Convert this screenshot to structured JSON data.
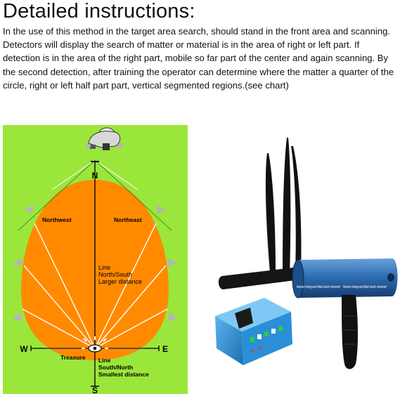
{
  "heading": "Detailed instructions:",
  "paragraph": "In the use of this method in the target area search, should stand in the front area and scanning. Detectors will display the search of matter or material is in the area of right or left part. If detection is in the area of the right part, mobile so far part of the center and again scanning. By the second detection, after training the operator can determine where the matter a quarter of the circle, right or left half part part, vertical segmented regions.(see chart)",
  "diagram": {
    "colors": {
      "background": "#9be63a",
      "field": "#ff8a00",
      "outline": "#000000"
    },
    "labels": {
      "north": "N",
      "south": "S",
      "west": "W",
      "east": "E",
      "northwest": "Northwest",
      "northeast": "Northeast",
      "line_ns_1": "Line",
      "line_ns_2": "North/South",
      "line_ns_3": "Larger distance",
      "treasure": "Treasure",
      "line_sn_1": "Line",
      "line_sn_2": "South/North",
      "line_sn_3": "Smallest distance"
    }
  },
  "product": {
    "colors": {
      "body": "#2f6fb4",
      "antenna": "#111111",
      "box": "#2a8fd6"
    },
    "label_1": "Remote Underground Metal Search Instrument",
    "label_2": "Remote Underground Metal Search Instrument"
  }
}
